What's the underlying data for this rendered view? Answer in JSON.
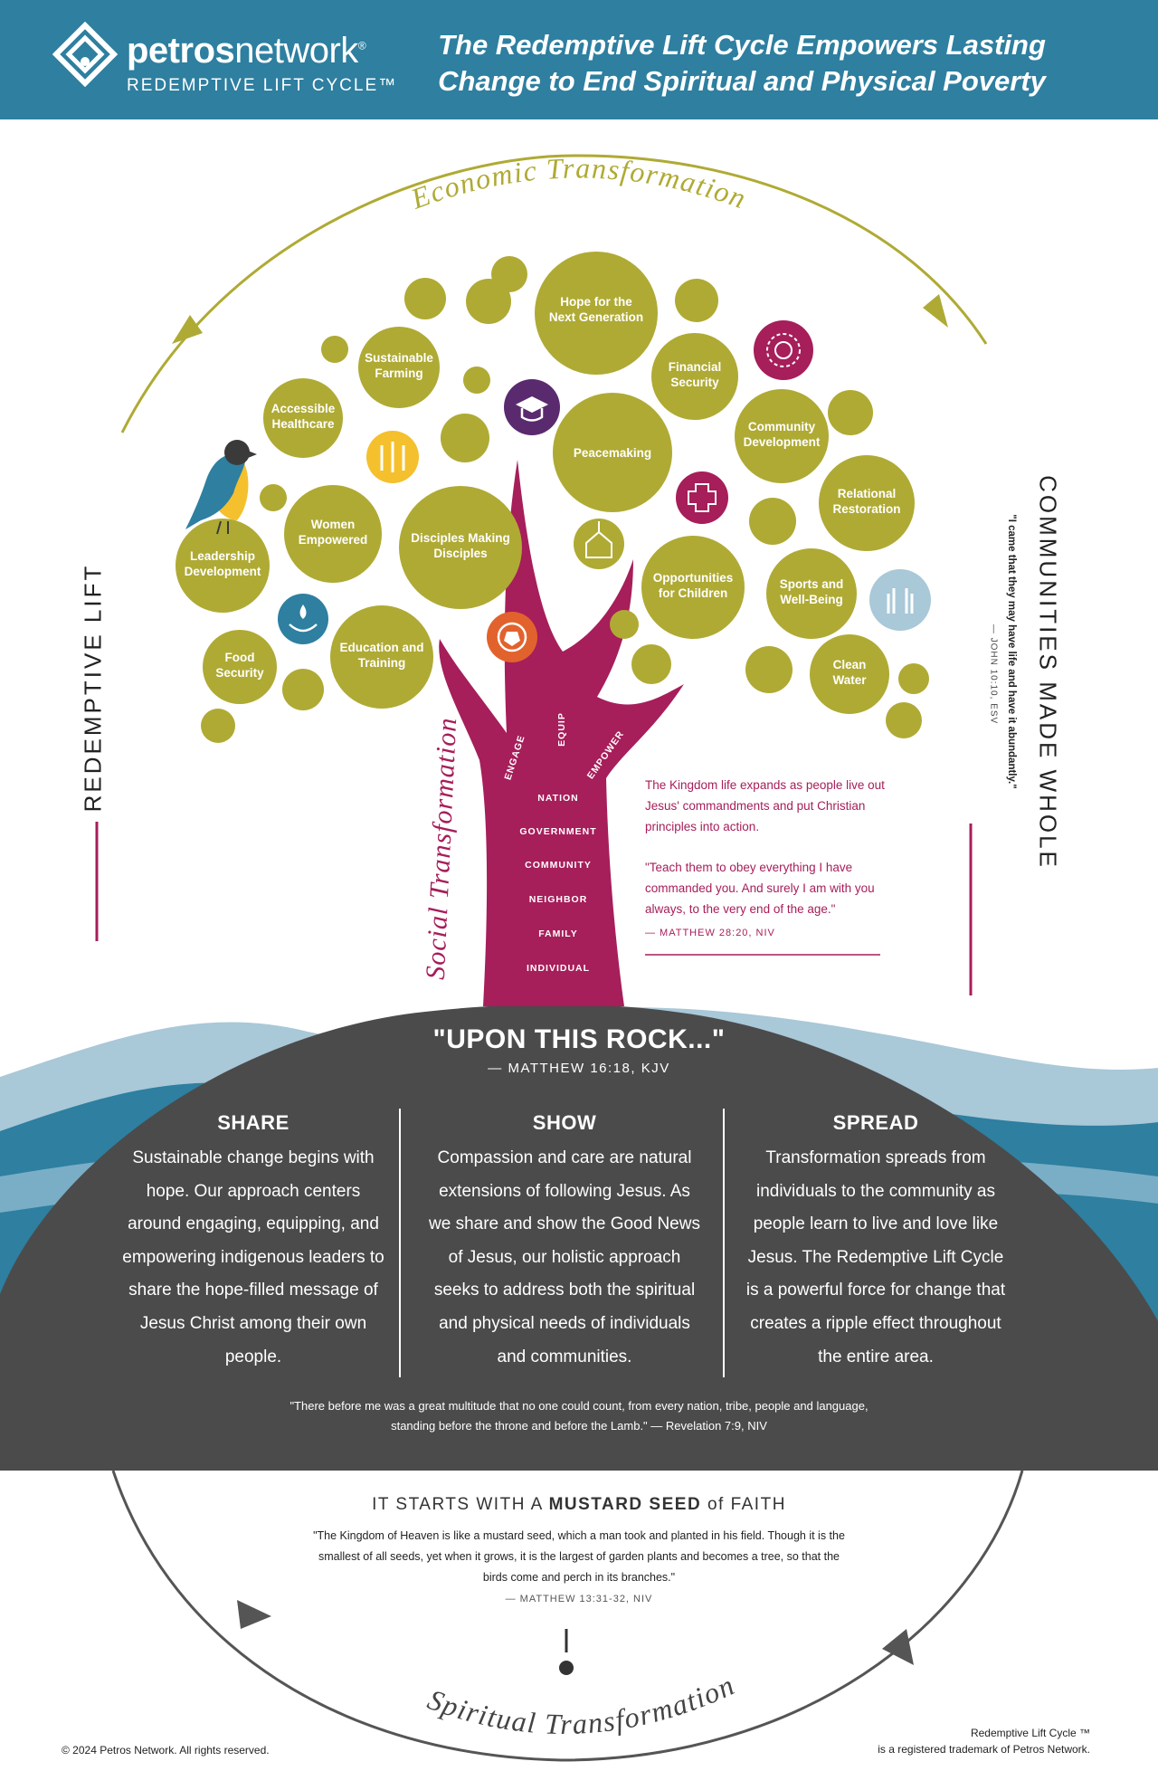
{
  "header": {
    "brand_bold": "petros",
    "brand_light": "network",
    "brand_reg": "®",
    "brand_sub": "REDEMPTIVE LIFT CYCLE™",
    "title": "The Redemptive Lift Cycle Empowers Lasting Change to End Spiritual and Physical Poverty"
  },
  "cycle": {
    "top": "Economic Transformation",
    "left": "REDEMPTIVE LIFT",
    "right": "COMMUNITIES MADE WHOLE",
    "right_quote": "\"I came that they may have life and have it abundantly.\"",
    "right_ref": "— JOHN 10:10, ESV",
    "side": "Social Transformation",
    "bottom": "Spiritual Transformation"
  },
  "tree": {
    "branches": [
      "ENGAGE",
      "EQUIP",
      "EMPOWER"
    ],
    "trunk": [
      "NATION",
      "GOVERNMENT",
      "COMMUNITY",
      "NEIGHBOR",
      "FAMILY",
      "INDIVIDUAL"
    ],
    "fruits": {
      "hope": "Hope for the Next Generation",
      "farming": "Sustainable Farming",
      "financial": "Financial Security",
      "healthcare": "Accessible Healthcare",
      "peacemaking": "Peacemaking",
      "community": "Community Development",
      "relational": "Relational Restoration",
      "women": "Women Empowered",
      "disciples": "Disciples Making Disciples",
      "leadership": "Leadership Development",
      "opportunities": "Opportunities for Children",
      "sports": "Sports and Well-Being",
      "food": "Food Security",
      "education": "Education and Training",
      "water": "Clean Water"
    },
    "icons": [
      "graduation-cap",
      "flower",
      "wheat",
      "medical-cross",
      "church",
      "hands-water",
      "soccer-ball",
      "raised-hands"
    ]
  },
  "kingdom": {
    "text": "The Kingdom life expands as people live out Jesus' commandments and put Christian principles into action.",
    "quote": "\"Teach them to obey everything I have commanded you. And surely I am with you always, to the very end of the age.\"",
    "ref": "— MATTHEW 28:20, NIV"
  },
  "rock": {
    "quote": "\"UPON THIS ROCK...\"",
    "ref": "— MATTHEW 16:18, KJV"
  },
  "columns": [
    {
      "title": "SHARE",
      "text": "Sustainable change begins with hope. Our approach centers around engaging, equipping, and empowering indigenous leaders to share the hope-filled message of Jesus Christ among their own people."
    },
    {
      "title": "SHOW",
      "text": "Compassion and care are natural extensions of following Jesus. As we share and show the Good News of Jesus, our holistic approach seeks to address both the spiritual and physical needs of individuals and communities."
    },
    {
      "title": "SPREAD",
      "text": "Transformation spreads from individuals to the community as people learn to live and love like Jesus. The Redemptive Lift Cycle is a powerful force for change that creates a ripple effect throughout the entire area."
    }
  ],
  "revelation": "\"There before me was a great multitude that no one could count, from every nation, tribe, people and language, standing before the throne and before the Lamb.\" — Revelation 7:9, NIV",
  "mustard": {
    "t1": "IT STARTS WITH A ",
    "t2": "MUSTARD SEED",
    "t3": " of FAITH",
    "quote": "\"The Kingdom of Heaven is like a mustard seed, which a man took and planted in his field. Though it is the smallest of all seeds, yet when it grows, it is the largest of garden plants and becomes a tree, so that the birds come and perch in its branches.\"",
    "ref": "— MATTHEW 13:31-32, NIV"
  },
  "footer": {
    "copyright": "© 2024 Petros Network. All rights reserved.",
    "trademark_1": "Redemptive Lift Cycle ™",
    "trademark_2": "is a registered trademark of Petros Network."
  },
  "colors": {
    "header": "#2e7fa0",
    "olive": "#afaa34",
    "magenta": "#a61e5a",
    "dark": "#4b4b4b",
    "wave_light": "#a9c8d8",
    "wave_dark": "#2e7fa0"
  }
}
